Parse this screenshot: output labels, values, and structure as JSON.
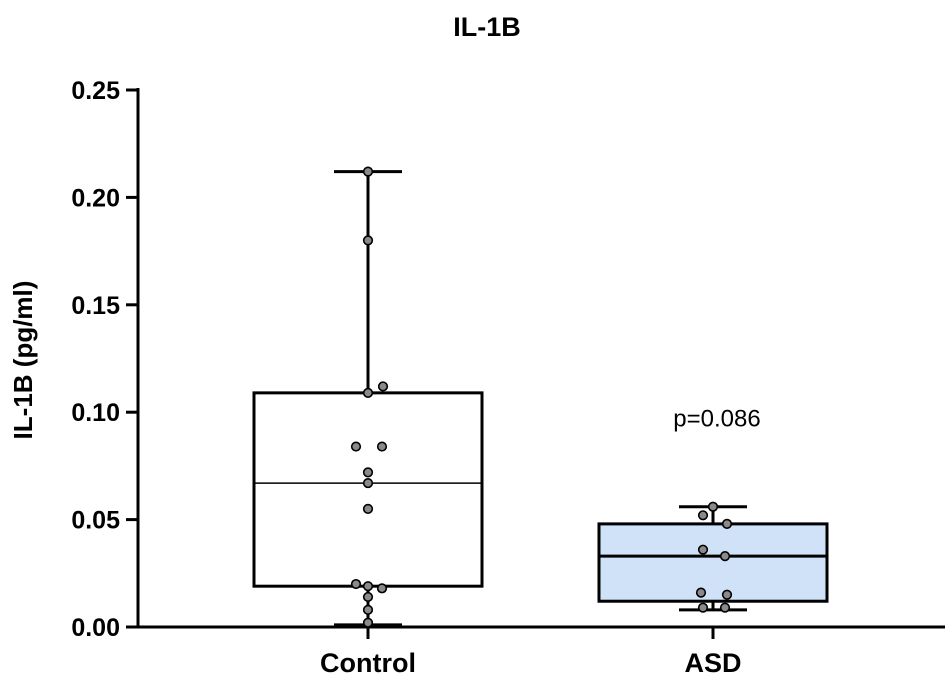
{
  "chart_data": {
    "type": "box",
    "title": "IL-1B",
    "xlabel": "",
    "ylabel": "IL-1B (pg/ml)",
    "ylim": [
      0,
      0.25
    ],
    "yticks": [
      "0.00",
      "0.05",
      "0.10",
      "0.15",
      "0.20",
      "0.25"
    ],
    "grid": false,
    "categories": [
      "Control",
      "ASD"
    ],
    "groups": [
      {
        "name": "Control",
        "fill": "#ffffff",
        "min": 0.001,
        "q1": 0.019,
        "median": 0.067,
        "q3": 0.109,
        "max": 0.212,
        "points": [
          0.212,
          0.18,
          0.112,
          0.109,
          0.084,
          0.084,
          0.072,
          0.067,
          0.055,
          0.02,
          0.019,
          0.018,
          0.014,
          0.008,
          0.002
        ]
      },
      {
        "name": "ASD",
        "fill": "#cfe2f7",
        "min": 0.008,
        "q1": 0.012,
        "median": 0.033,
        "q3": 0.048,
        "max": 0.056,
        "points": [
          0.056,
          0.052,
          0.048,
          0.036,
          0.033,
          0.016,
          0.015,
          0.009,
          0.009
        ]
      }
    ],
    "annotations": [
      {
        "text": "p=0.086",
        "group": "ASD",
        "y": 0.097
      }
    ]
  }
}
